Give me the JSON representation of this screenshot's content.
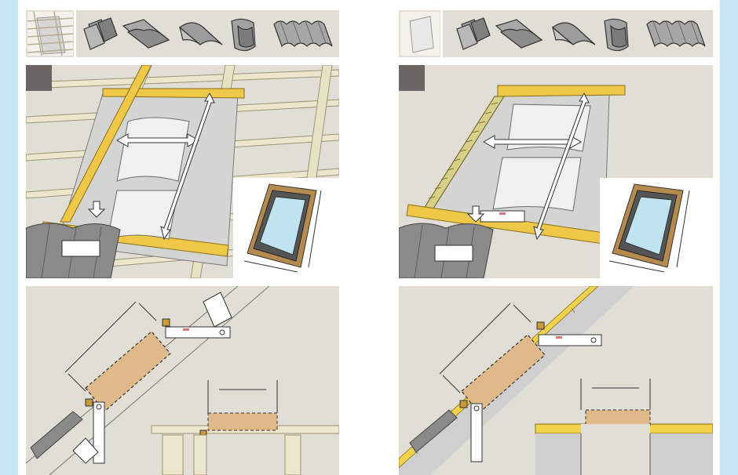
{
  "colors": {
    "side_bar": "#c6e6f6",
    "panel_bg": "#e1ded6",
    "batten": "#ece6cc",
    "frame_yellow": "#efc84a",
    "membrane": "#d4d4d2",
    "glass": "#bfe3ef",
    "wood_block": "#e0b98a",
    "roof_tile": "#8a8a8a",
    "step_badge": "#6b6563"
  },
  "icons": {
    "left_strip": [
      "battens-membrane-icon",
      "flat-tile-stack-icon",
      "slate-tile-icon",
      "curved-tile-icon",
      "roman-tile-icon",
      "corrugated-sheet-icon"
    ],
    "right_strip": [
      "board-sheet-icon",
      "flat-tile-stack-icon",
      "slate-tile-icon",
      "curved-tile-icon",
      "roman-tile-icon",
      "corrugated-sheet-icon"
    ]
  },
  "diagrams": {
    "left_top": "roof-opening-battens-diagram",
    "left_bottom": "section-battens-diagram",
    "right_top": "roof-opening-boards-diagram",
    "right_bottom": "section-boards-diagram"
  }
}
